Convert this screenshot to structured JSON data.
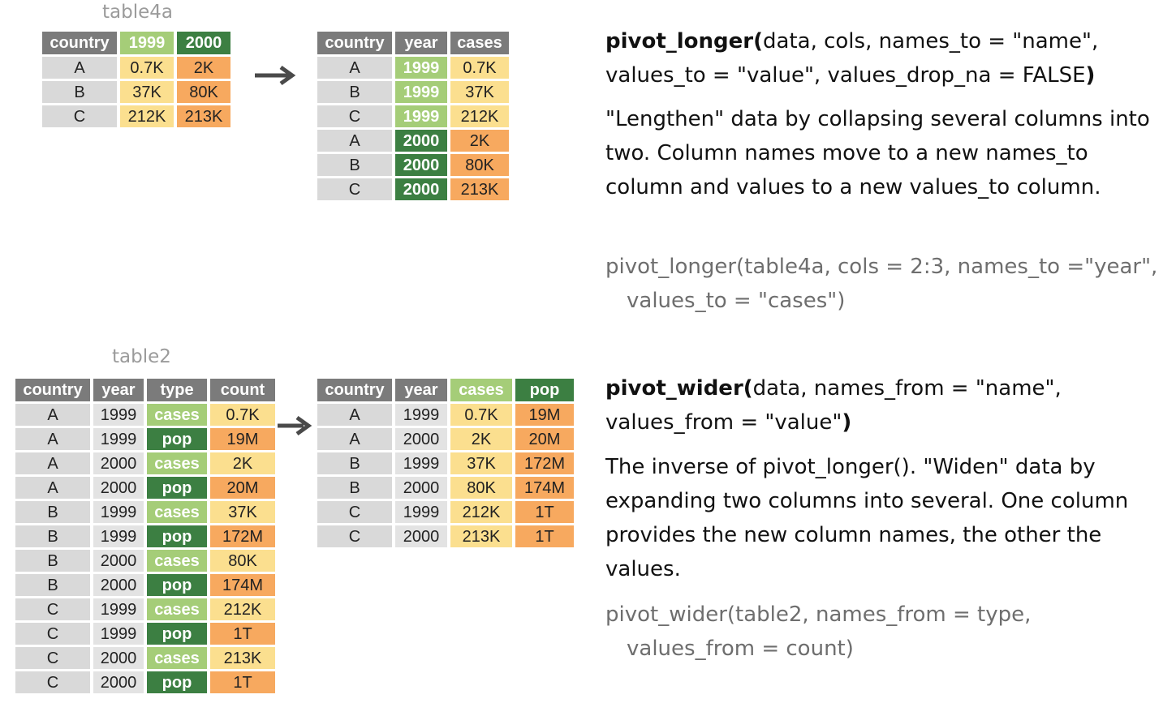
{
  "top": {
    "caption": "table4a",
    "src": {
      "headers": [
        "country",
        "1999",
        "2000"
      ],
      "rows": [
        [
          "A",
          "0.7K",
          "2K"
        ],
        [
          "B",
          "37K",
          "80K"
        ],
        [
          "C",
          "212K",
          "213K"
        ]
      ]
    },
    "dst": {
      "headers": [
        "country",
        "year",
        "cases"
      ],
      "rows": [
        [
          "A",
          "1999",
          "0.7K"
        ],
        [
          "B",
          "1999",
          "37K"
        ],
        [
          "C",
          "1999",
          "212K"
        ],
        [
          "A",
          "2000",
          "2K"
        ],
        [
          "B",
          "2000",
          "80K"
        ],
        [
          "C",
          "2000",
          "213K"
        ]
      ]
    },
    "sig_fn": "pivot_longer(",
    "sig_args1": "data, cols, names_to = \"name\",",
    "sig_args2": "values_to = \"value\", values_drop_na = FALSE",
    "sig_close": ")",
    "description": "\"Lengthen\" data by collapsing several columns into two. Column names move to a new names_to column and values to a new values_to column.",
    "code_line1": "pivot_longer(table4a, cols = 2:3, names_to =\"year\",",
    "code_line2": "values_to = \"cases\")"
  },
  "bottom": {
    "caption": "table2",
    "src": {
      "headers": [
        "country",
        "year",
        "type",
        "count"
      ],
      "rows": [
        [
          "A",
          "1999",
          "cases",
          "0.7K"
        ],
        [
          "A",
          "1999",
          "pop",
          "19M"
        ],
        [
          "A",
          "2000",
          "cases",
          "2K"
        ],
        [
          "A",
          "2000",
          "pop",
          "20M"
        ],
        [
          "B",
          "1999",
          "cases",
          "37K"
        ],
        [
          "B",
          "1999",
          "pop",
          "172M"
        ],
        [
          "B",
          "2000",
          "cases",
          "80K"
        ],
        [
          "B",
          "2000",
          "pop",
          "174M"
        ],
        [
          "C",
          "1999",
          "cases",
          "212K"
        ],
        [
          "C",
          "1999",
          "pop",
          "1T"
        ],
        [
          "C",
          "2000",
          "cases",
          "213K"
        ],
        [
          "C",
          "2000",
          "pop",
          "1T"
        ]
      ]
    },
    "dst": {
      "headers": [
        "country",
        "year",
        "cases",
        "pop"
      ],
      "rows": [
        [
          "A",
          "1999",
          "0.7K",
          "19M"
        ],
        [
          "A",
          "2000",
          "2K",
          "20M"
        ],
        [
          "B",
          "1999",
          "37K",
          "172M"
        ],
        [
          "B",
          "2000",
          "80K",
          "174M"
        ],
        [
          "C",
          "1999",
          "212K",
          "1T"
        ],
        [
          "C",
          "2000",
          "213K",
          "1T"
        ]
      ]
    },
    "sig_fn": "pivot_wider(",
    "sig_args1": "data, names_from = \"name\",",
    "sig_args2": "values_from = \"value\"",
    "sig_close": ")",
    "description": "The inverse of pivot_longer(). \"Widen\" data by expanding two columns into several. One column provides the new column names, the other the values.",
    "code_line1": "pivot_wider(table2, names_from = type,",
    "code_line2": "values_from = count)"
  },
  "colors": {
    "header_grey": "#7b7b7b",
    "light_green": "#a5cd78",
    "dark_green": "#3c7f42",
    "yellow": "#fbdf8f",
    "orange": "#f7a95f",
    "cell_grey": "#d9d9d9",
    "arrow": "#4a4a4a"
  }
}
